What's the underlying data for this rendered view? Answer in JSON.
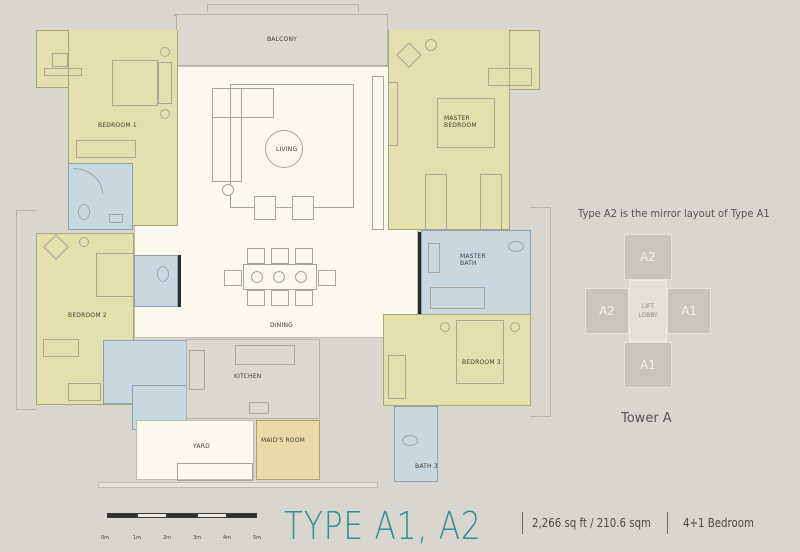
{
  "plan": {
    "rooms": {
      "balcony": "BALCONY",
      "bedroom1": "BEDROOM 1",
      "living": "LIVING",
      "master_bedroom_line1": "MASTER",
      "master_bedroom_line2": "BEDROOM",
      "bedroom2": "BEDROOM 2",
      "dining": "DINING",
      "master_bath_line1": "MASTER",
      "master_bath_line2": "BATH",
      "kitchen": "KITCHEN",
      "bedroom3": "BEDROOM 3",
      "yard": "YARD",
      "maids_room": "MAID'S ROOM",
      "bath3": "BATH 3"
    },
    "colors": {
      "bedroom": "#e3e0ad",
      "bathroom": "#c7d8e0",
      "living": "#fbf9ee",
      "service": "#dcd8d1",
      "maid": "#ecd9a8",
      "background": "#d9d6d0"
    }
  },
  "key_plan": {
    "note": "Type A2 is the mirror layout of Type A1",
    "units": {
      "top": "A2",
      "left": "A2",
      "right": "A1",
      "bottom": "A1"
    },
    "lobby_line1": "LIFT",
    "lobby_line2": "LOBBY",
    "tower": "Tower A"
  },
  "footer": {
    "scale_labels": [
      "0m",
      "1m",
      "2m",
      "3m",
      "4m",
      "5m"
    ],
    "title": "TYPE A1, A2",
    "area": "2,266 sq ft / 210.6 sqm",
    "bedrooms": "4+1 Bedroom",
    "title_color": "#2f8f93"
  }
}
